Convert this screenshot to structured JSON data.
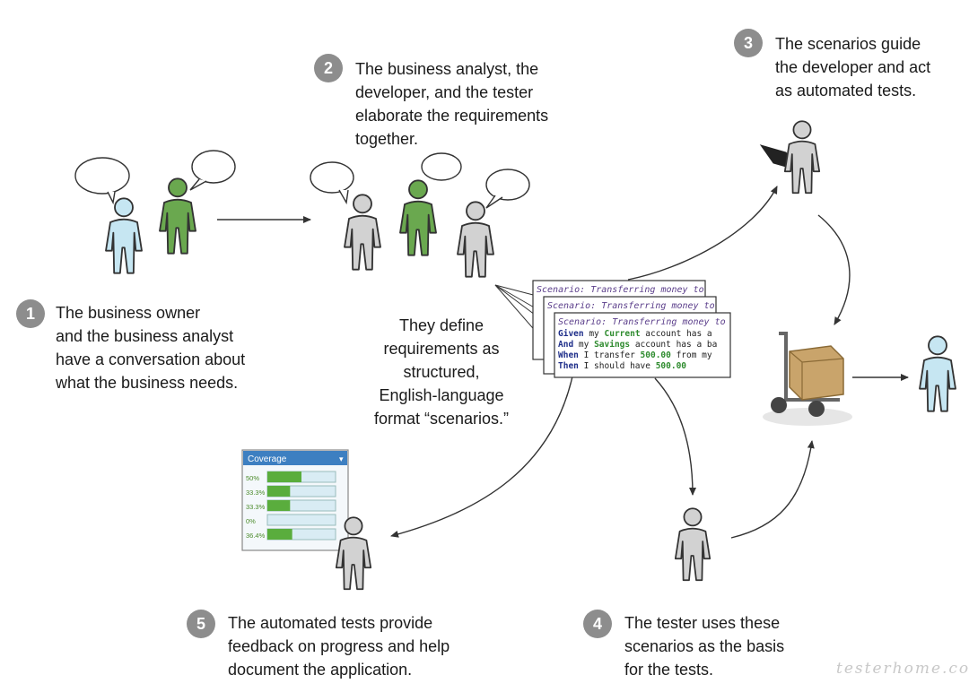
{
  "steps": [
    {
      "num": "1",
      "lines": [
        "The business owner",
        "and the business analyst",
        "have a conversation about",
        "what the business needs."
      ]
    },
    {
      "num": "2",
      "lines": [
        "The business analyst, the",
        "developer, and the tester",
        "elaborate the requirements",
        "together."
      ]
    },
    {
      "num": "3",
      "lines": [
        "The scenarios guide",
        "the developer and act",
        "as automated tests."
      ]
    },
    {
      "num": "4",
      "lines": [
        "The tester uses these",
        "scenarios as the basis",
        "for the tests."
      ]
    },
    {
      "num": "5",
      "lines": [
        "The automated tests provide",
        "feedback on progress and help",
        "document the application."
      ]
    }
  ],
  "define_text": [
    "They define",
    "requirements as",
    "structured,",
    "English-language",
    "format “scenarios.”"
  ],
  "scenario_card": {
    "title": "Scenario: Transferring money to",
    "rows": [
      {
        "kw": "Given",
        "pre": " my ",
        "hl": "Current",
        "post": " account has a"
      },
      {
        "kw": "And",
        "pre": " my ",
        "hl": "Savings",
        "post": " account has a ba"
      },
      {
        "kw": "When",
        "pre": " I transfer ",
        "hl": "500.00",
        "post": " from my"
      },
      {
        "kw": "Then",
        "pre": " I should have ",
        "hl": "500.00",
        "post": " "
      }
    ]
  },
  "coverage": {
    "header": "Coverage",
    "rows": [
      {
        "label": "50%",
        "value": 0.5
      },
      {
        "label": "33.3%",
        "value": 0.333
      },
      {
        "label": "33.3%",
        "value": 0.333
      },
      {
        "label": "0%",
        "value": 0.0
      },
      {
        "label": "36.4%",
        "value": 0.364
      }
    ]
  },
  "watermark": "testerhome.com",
  "colors": {
    "owner_blue": "#c6e6f2",
    "analyst_green": "#6aa84f",
    "person_gray": "#d2d2d2",
    "outline": "#333333",
    "badge_gray": "#8d8d8d",
    "scenario_purple": "#5a3d8a",
    "scenario_keyword": "#1f2f8a",
    "scenario_highlight": "#2e8b2e",
    "coverage_header": "#3d7fc1",
    "coverage_bar": "#5aad3d"
  }
}
